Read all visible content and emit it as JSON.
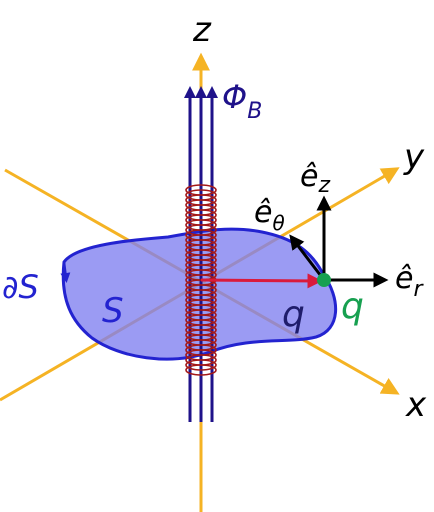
{
  "colors": {
    "axis": "#f5b324",
    "surface_fill": "#7f7fef",
    "surface_stroke": "#2323d0",
    "flux": "#1f128a",
    "coil": "#a31818",
    "vector": "#d91a3c",
    "point": "#17a050",
    "black": "#000000"
  },
  "axes": {
    "z_label": "z",
    "y_label": "y",
    "x_label": "x"
  },
  "flux": {
    "label_main": "Φ",
    "label_sub": "B"
  },
  "surface": {
    "boundary_label": "∂S",
    "surface_label": "S"
  },
  "charge": {
    "label_on_surface": "q",
    "label_point": "q"
  },
  "basis": {
    "ez_main": "ê",
    "ez_sub": "z",
    "etheta_main": "ê",
    "etheta_sub": "θ",
    "er_main": "ê",
    "er_sub": "r"
  }
}
